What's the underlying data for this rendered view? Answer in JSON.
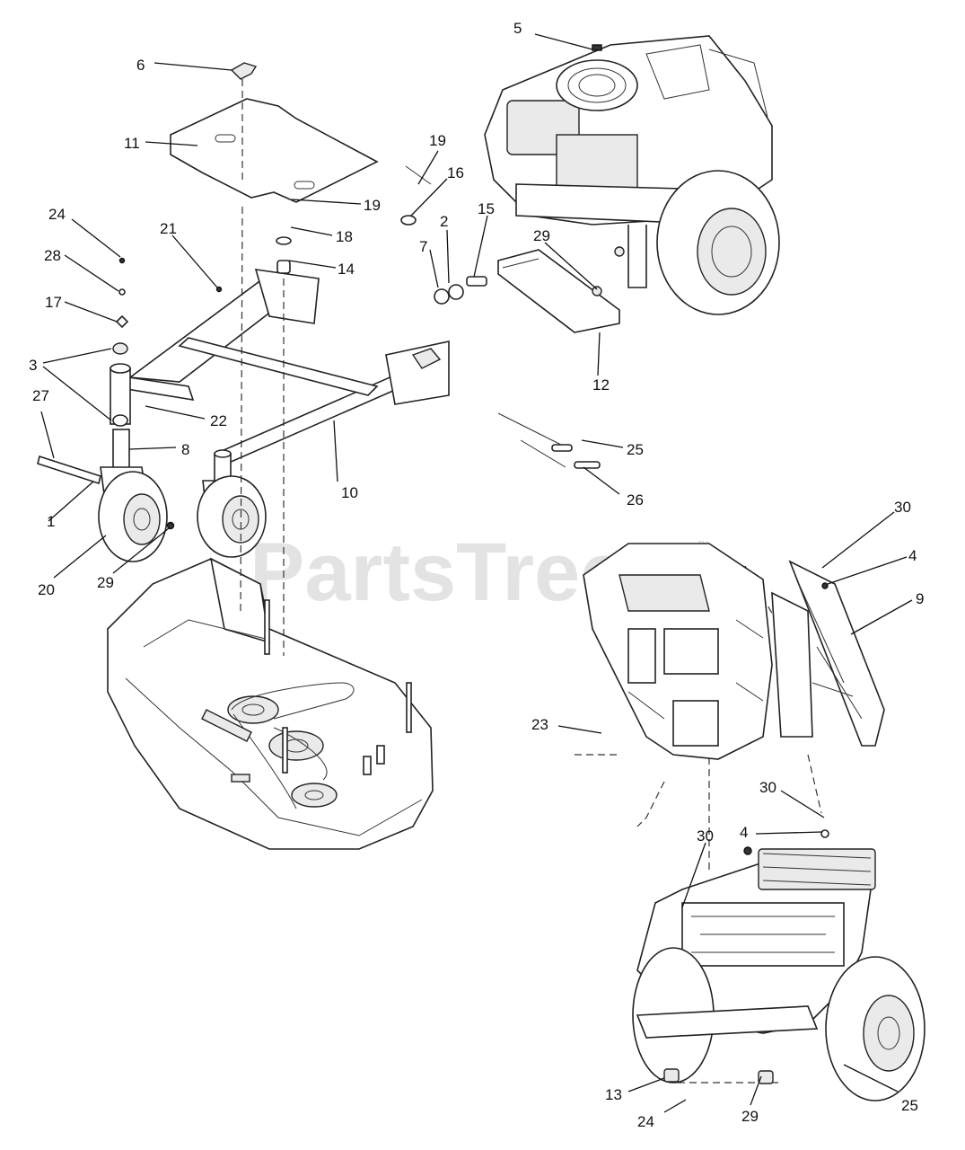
{
  "watermark": {
    "text": "PartsTree",
    "tm": "™"
  },
  "callouts": {
    "c1": "1",
    "c2": "2",
    "c3": "3",
    "c4a": "4",
    "c4b": "4",
    "c5": "5",
    "c6": "6",
    "c7": "7",
    "c8": "8",
    "c9": "9",
    "c10": "10",
    "c11": "11",
    "c12": "12",
    "c13": "13",
    "c14": "14",
    "c15": "15",
    "c16": "16",
    "c17": "17",
    "c18": "18",
    "c19a": "19",
    "c19b": "19",
    "c20": "20",
    "c21": "21",
    "c22": "22",
    "c23": "23",
    "c24a": "24",
    "c24b": "24",
    "c25a": "25",
    "c25b": "25",
    "c26": "26",
    "c27": "27",
    "c28": "28",
    "c29a": "29",
    "c29b": "29",
    "c29c": "29",
    "c30a": "30",
    "c30b": "30",
    "c30c": "30"
  }
}
